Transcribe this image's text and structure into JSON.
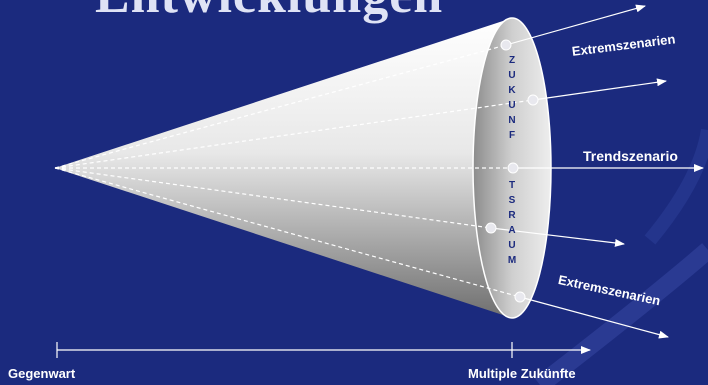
{
  "title": "Entwicklungen",
  "cone": {
    "side_label_letters": [
      "Z",
      "U",
      "K",
      "U",
      "N",
      "F",
      "T",
      "S",
      "R",
      "A",
      "U",
      "M"
    ]
  },
  "scenarios": {
    "upper": "Extremszenarien",
    "middle": "Trendszenario",
    "lower": "Extremszenarien"
  },
  "timeline": {
    "start_label": "Gegenwart",
    "end_label": "Multiple Zukünfte"
  },
  "colors": {
    "background": "#1b2a7e",
    "cone_light": "#ffffff",
    "cone_dark": "#6f6f6f",
    "side_text": "#1b2a7e",
    "line": "#ffffff"
  }
}
